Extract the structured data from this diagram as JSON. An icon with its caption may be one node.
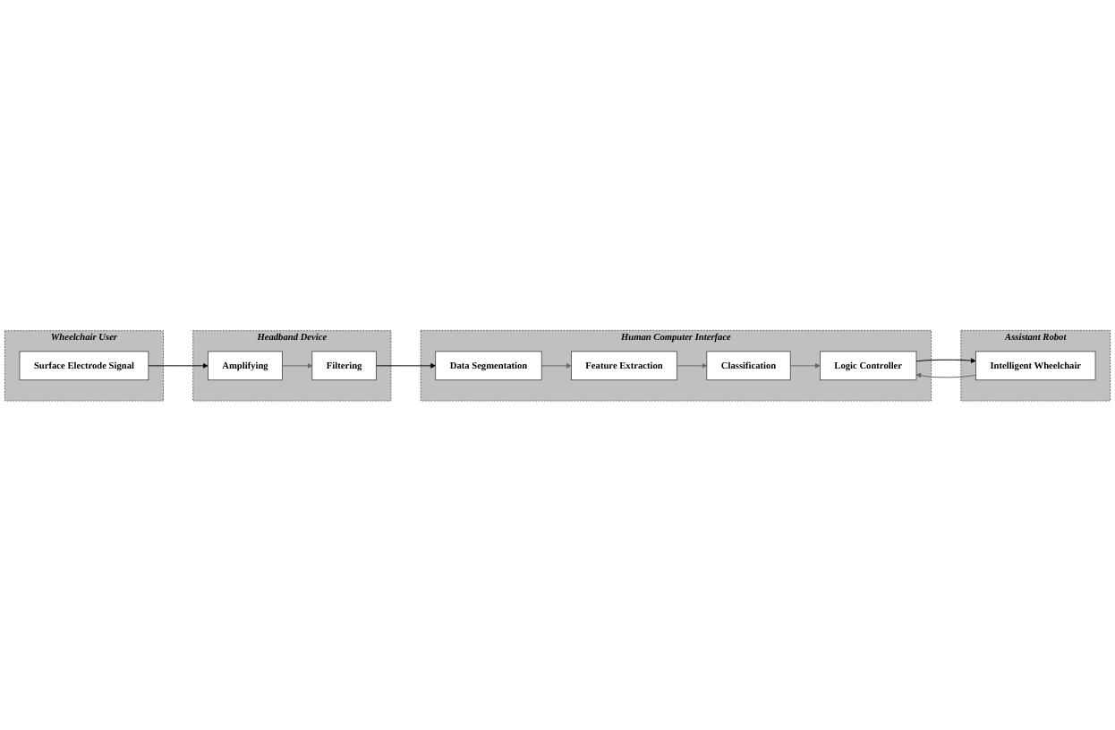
{
  "diagram": {
    "nodes": [
      {
        "text": [
          "Wheelchair User"
        ]
      },
      {
        "text": [
          "Surface Electrode Signal"
        ],
        "in": 0
      },
      {
        "text": [
          "Headband Device"
        ]
      },
      {
        "text": [
          "Amplifying"
        ],
        "in": 2
      },
      {
        "text": [
          "Filtering"
        ],
        "in": 2
      },
      {
        "text": [
          "Human Computer Interface"
        ]
      },
      {
        "text": [
          "Feature Extraction"
        ],
        "in": 5
      },
      {
        "text": [
          "Data Segmentation"
        ],
        "in": 5
      },
      {
        "text": [
          "Classification"
        ],
        "in": 5
      },
      {
        "text": [
          "Logic Controller"
        ],
        "in": 5
      },
      {
        "text": [
          "Assistant Robot"
        ]
      },
      {
        "text": [
          "Intelligent Wheelchair"
        ],
        "in": 10
      }
    ],
    "edges": [
      {
        "from": 1,
        "to": 3,
        "arrow": "to",
        "color": "#000000"
      },
      {
        "from": 3,
        "to": 4,
        "arrow": "to"
      },
      {
        "from": 4,
        "to": 7,
        "arrow": "to",
        "color": "#000000"
      },
      {
        "from": 7,
        "to": 6,
        "arrow": "to"
      },
      {
        "from": 6,
        "to": 8,
        "arrow": "to"
      },
      {
        "from": 8,
        "to": 9,
        "arrow": "to"
      },
      {
        "from": 9,
        "to": 11,
        "arrow": "to",
        "color": "#000000"
      },
      {
        "from": 11,
        "to": 9,
        "arrow": "to"
      }
    ]
  }
}
